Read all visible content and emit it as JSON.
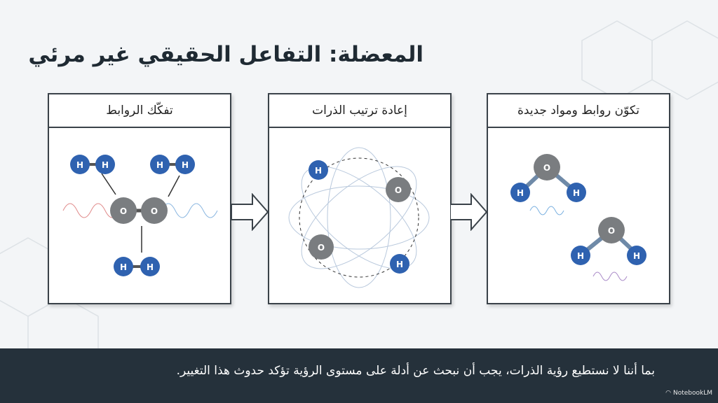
{
  "title": "المعضلة: التفاعل الحقيقي غير مرئي",
  "panels": [
    {
      "heading": "تفكّك الروابط"
    },
    {
      "heading": "إعادة ترتيب الذرات"
    },
    {
      "heading": "تكوّن روابط ومواد جديدة"
    }
  ],
  "atoms": {
    "h": "H",
    "o": "O"
  },
  "caption": "بما أننا لا نستطيع رؤية الذرات، يجب أن نبحث عن أدلة على مستوى الرؤية تؤكد حدوث هذا التغيير.",
  "brand": "NotebookLM",
  "colors": {
    "hydrogen": "#2f62b0",
    "oxygen": "#7a7d80",
    "banner": "#25313b"
  }
}
